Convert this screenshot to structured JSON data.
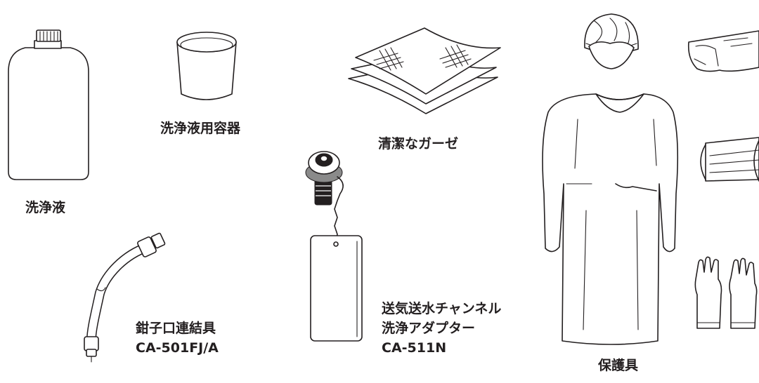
{
  "items": {
    "cleaning_solution": "洗浄液",
    "solution_container": "洗浄液用容器",
    "clean_gauze": "清潔なガーゼ",
    "forceps_port_connector": {
      "name": "鉗子口連結具",
      "model": "CA-501FJ/A"
    },
    "air_water_adapter": {
      "line1": "送気送水チャンネル",
      "line2": "洗浄アダプター",
      "model": "CA-511N"
    },
    "protective_equipment": "保護具"
  },
  "colors": {
    "line": "#231f20",
    "background": "#ffffff"
  }
}
